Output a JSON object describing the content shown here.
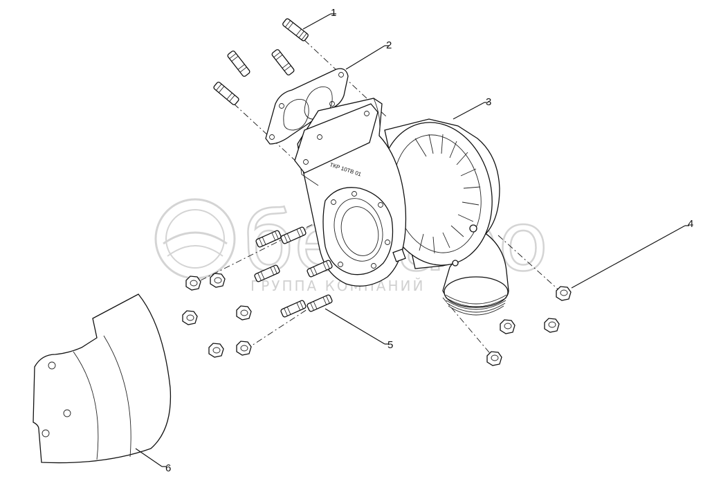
{
  "watermark": {
    "brand": "белаpo",
    "subtitle": "ГРУППА КОМПАНИЙ"
  },
  "callouts": {
    "c1": "1",
    "c2": "2",
    "c3": "3",
    "c4": "4",
    "c5": "5",
    "c6": "6"
  },
  "parts_text": {
    "housing_mark": "ТКР 10ТВ 01"
  },
  "colors": {
    "line": "#111111",
    "watermark": "#d4d4d4",
    "background": "#ffffff"
  }
}
